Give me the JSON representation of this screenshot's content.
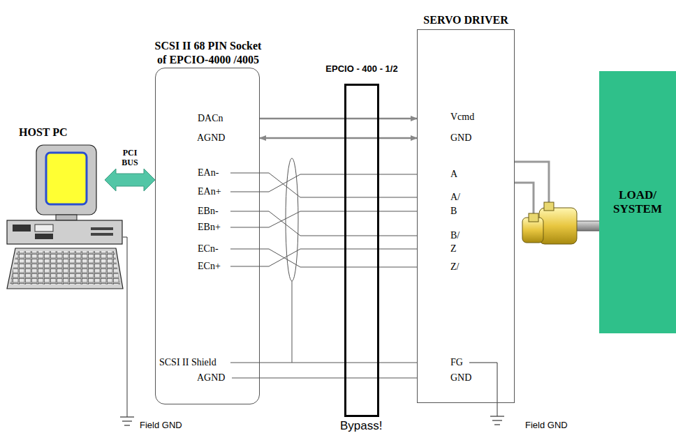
{
  "diagram": {
    "nodes": [
      {
        "text": [
          "SCSI II 68 PIN Socket of EPCIO-4000 /4005"
        ]
      },
      {
        "text": [
          "EPCIO - 400 - 1/2"
        ]
      },
      {
        "text": [
          "SERVO DRIVER"
        ]
      },
      {
        "text": [
          "LOAD/ SYSTEM"
        ]
      },
      {
        "text": [
          "HOST PC"
        ]
      }
    ],
    "edges": [
      {
        "from": 4,
        "to": 0,
        "arrow": "both",
        "label": "PCI BUS"
      },
      {
        "from": 0,
        "to": 2,
        "arrow": "to"
      },
      {
        "from": 0,
        "to": 2,
        "arrow": "both"
      },
      {
        "from": 0,
        "to": 2,
        "arrow": "none"
      },
      {
        "from": 0,
        "to": 2,
        "arrow": "none"
      },
      {
        "from": 0,
        "to": 2,
        "arrow": "none"
      },
      {
        "from": 0,
        "to": 2,
        "arrow": "none"
      },
      {
        "from": 0,
        "to": 2,
        "arrow": "none"
      },
      {
        "from": 0,
        "to": 2,
        "arrow": "none"
      },
      {
        "from": 0,
        "to": 2,
        "arrow": "none"
      },
      {
        "from": 0,
        "to": 2,
        "arrow": "none"
      }
    ],
    "labels": [
      "DACn",
      "AGND",
      "EAn-",
      "EAn+",
      "EBn-",
      "EBn+",
      "ECn-",
      "ECn+",
      "SCSI II Shield",
      "AGND",
      "Vcmd",
      "GND",
      "A",
      "A/",
      "B",
      "B/",
      "Z",
      "Z/",
      "FG",
      "GND",
      "Field GND",
      "Bypass!",
      "Field GND"
    ]
  }
}
